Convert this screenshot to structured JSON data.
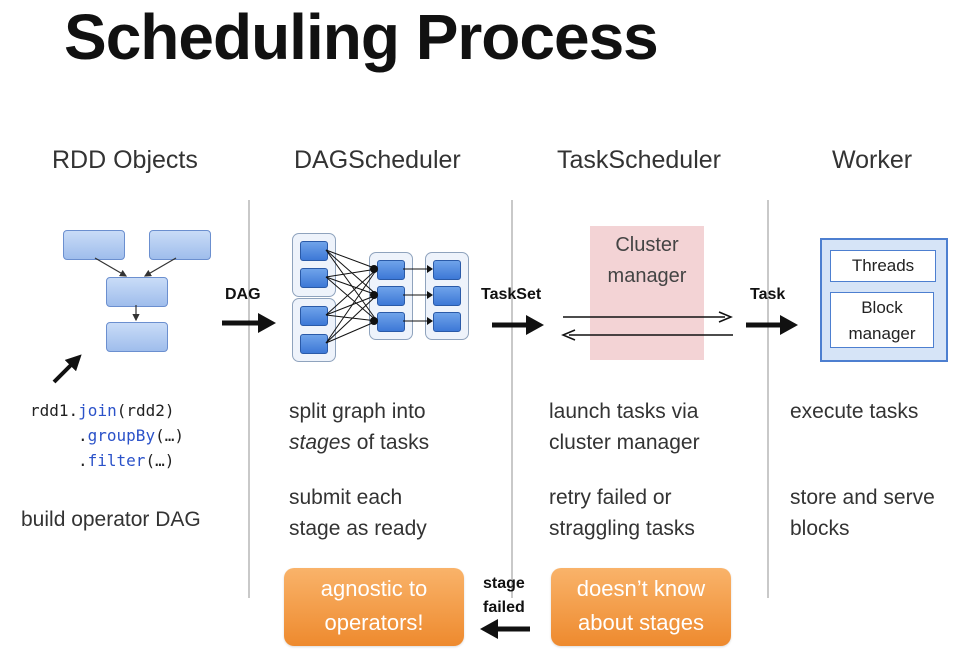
{
  "title": "Scheduling Process",
  "columns": [
    {
      "heading": "RDD Objects"
    },
    {
      "heading": "DAGScheduler"
    },
    {
      "heading": "TaskScheduler"
    },
    {
      "heading": "Worker"
    }
  ],
  "rdd": {
    "code_line1_prefix": "rdd1.",
    "code_line1_kw": "join",
    "code_line1_suffix": "(rdd2)",
    "code_line2_prefix": ".",
    "code_line2_kw": "groupBy",
    "code_line2_suffix": "(…)",
    "code_line3_prefix": ".",
    "code_line3_kw": "filter",
    "code_line3_suffix": "(…)",
    "caption": "build operator DAG"
  },
  "arrows": {
    "dag": "DAG",
    "taskset": "TaskSet",
    "task": "Task",
    "stage_failed_line1": "stage",
    "stage_failed_line2": "failed"
  },
  "dagscheduler": {
    "text1_line1": "split graph into",
    "text1_line2_em": "stages",
    "text1_line2_rest": " of tasks",
    "text2_line1": "submit each",
    "text2_line2": "stage as ready",
    "badge_line1": "agnostic to",
    "badge_line2": "operators!"
  },
  "taskscheduler": {
    "cluster_line1": "Cluster",
    "cluster_line2": "manager",
    "text1_line1": "launch tasks via",
    "text1_line2": "cluster manager",
    "text2_line1": "retry failed or",
    "text2_line2": "straggling tasks",
    "badge_line1": "doesn’t know",
    "badge_line2": "about stages"
  },
  "worker": {
    "threads": "Threads",
    "block_line1": "Block",
    "block_line2": "manager",
    "text1_line1": "execute tasks",
    "text2_line1": "store and serve",
    "text2_line2": "blocks"
  },
  "colors": {
    "accent_blue": "#3d78d6",
    "orange": "#ee8a2e",
    "cluster_pink": "#f3d3d5"
  }
}
